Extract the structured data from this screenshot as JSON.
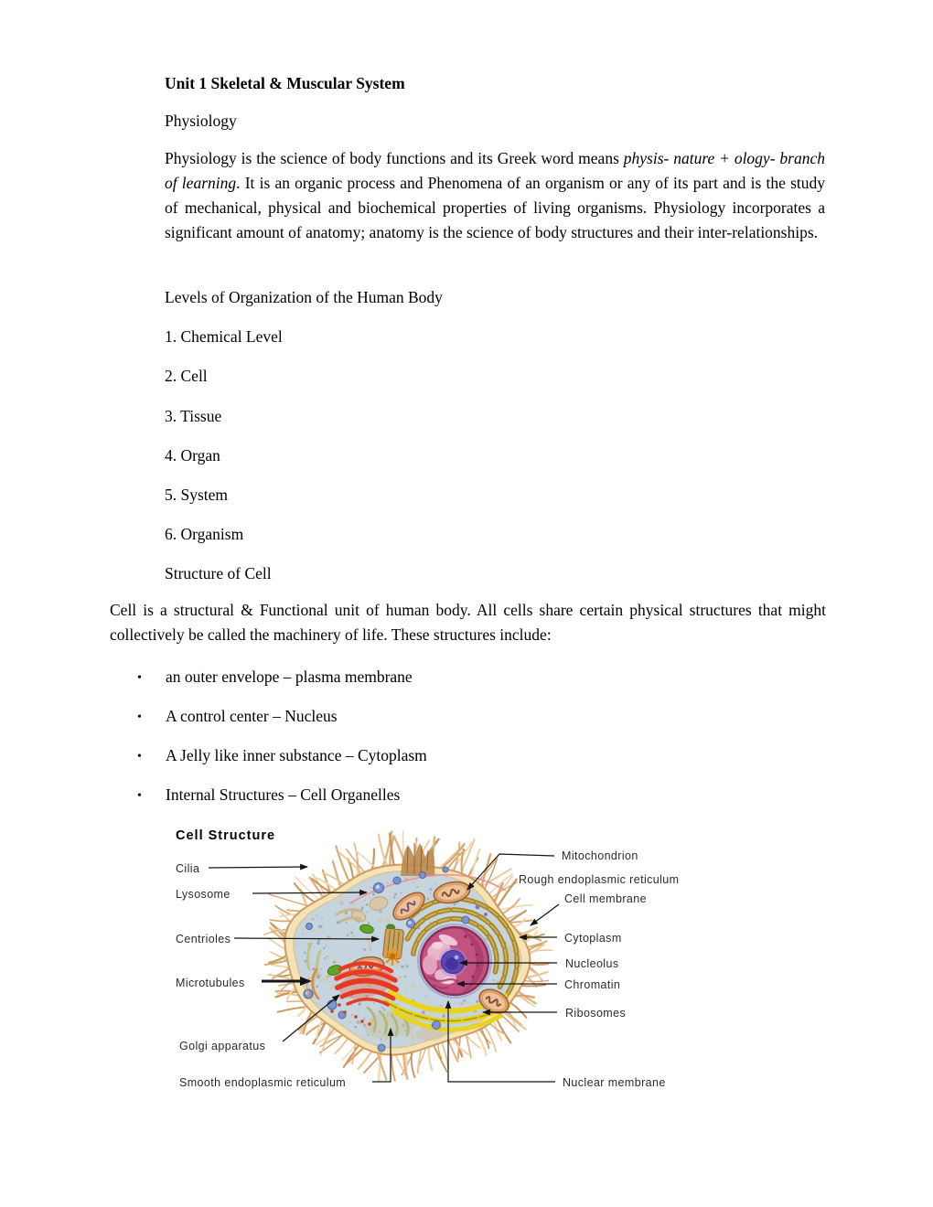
{
  "document": {
    "title": "Unit 1 Skeletal & Muscular System",
    "section_heading": "Physiology",
    "intro": {
      "part1": "Physiology is the science of body functions and its Greek word means ",
      "italic": "physis- nature + ology- branch of learning",
      "part2": ". It is an organic process and Phenomena of an organism or any of its part and is the study of mechanical, physical and biochemical properties of living organisms. Physiology incorporates a significant amount of anatomy; anatomy is the science of body structures and their inter-relationships."
    },
    "levels_heading": "Levels of Organization of the Human Body",
    "levels": [
      "1. Chemical Level",
      "2. Cell",
      "3. Tissue",
      "4. Organ",
      "5. System",
      "6. Organism"
    ],
    "structure_heading": "Structure of Cell",
    "cell_paragraph": "Cell is a structural & Functional unit of human body. All cells share certain physical structures that might collectively be called the machinery of life. These structures include:",
    "bullet_char": "•",
    "bullets": [
      "an outer envelope – plasma membrane",
      "A control center – Nucleus",
      "A Jelly like inner substance – Cytoplasm",
      "Internal Structures – Cell Organelles"
    ]
  },
  "diagram": {
    "title": "Cell Structure",
    "labels": {
      "cilia": "Cilia",
      "lysosome": "Lysosome",
      "centrioles": "Centrioles",
      "microtubules": "Microtubules",
      "golgi": "Golgi apparatus",
      "smooth_er": "Smooth endoplasmic reticulum",
      "mitochondrion": "Mitochondrion",
      "rough_er": "Rough endoplasmic reticulum",
      "cell_membrane": "Cell membrane",
      "cytoplasm": "Cytoplasm",
      "nucleolus": "Nucleolus",
      "chromatin": "Chromatin",
      "ribosomes": "Ribosomes",
      "nuclear_membrane": "Nuclear membrane"
    },
    "colors": {
      "membrane": "#f3e3b6",
      "membrane_edge": "#cf9c5e",
      "membrane_inner_edge": "#dcc394",
      "cytoplasm": "#c6d5dd",
      "nucleus": "#c2527f",
      "nucleolus": "#5a48b4",
      "golgi": "#e63b22",
      "endoplasmic_reticulum": "#a8872c",
      "ribosomes": "#e8d31f",
      "mitochondria": "#dca06a",
      "lysosome": "#7b95d4",
      "cilia": "#d8a76f"
    }
  }
}
